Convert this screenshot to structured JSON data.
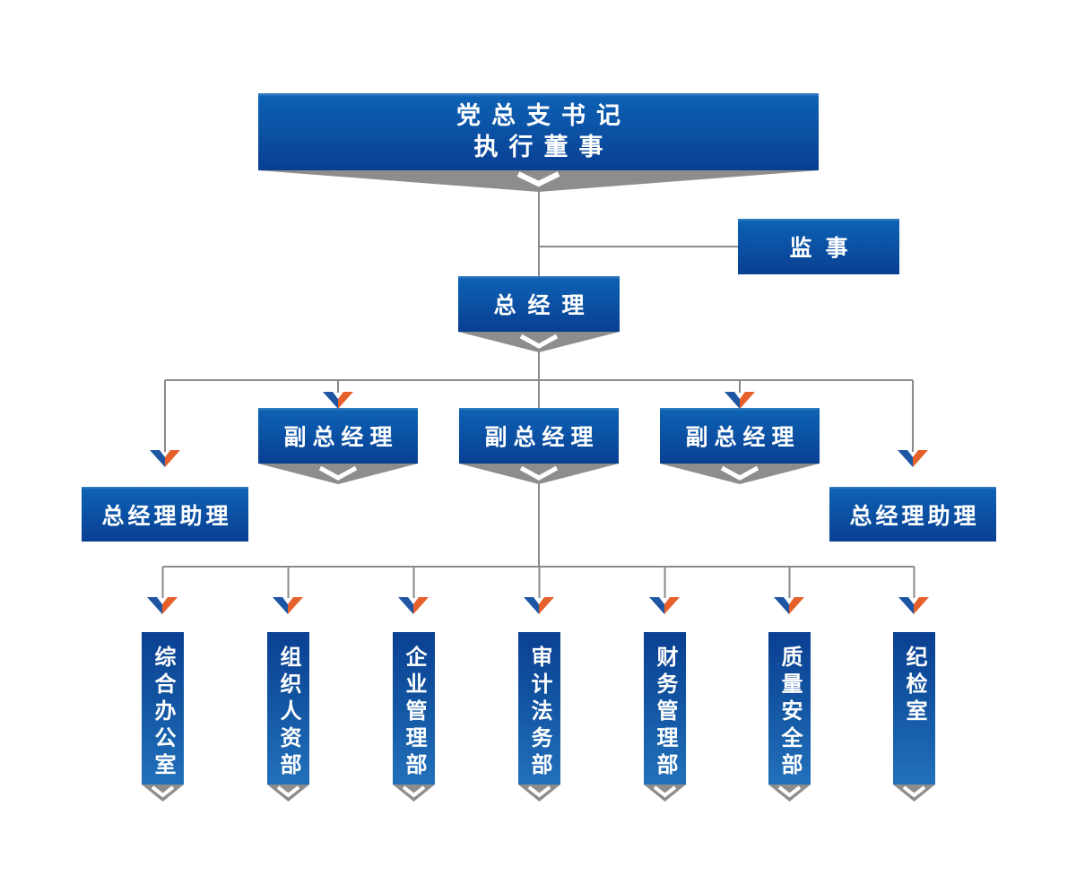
{
  "nodes": {
    "party_secretary": {
      "lines": [
        "党总支书记",
        "执行董事"
      ]
    },
    "supervisor": {
      "label": "监事"
    },
    "general_manager": {
      "label": "总经理"
    },
    "deputy_gm_1": {
      "label": "副总经理"
    },
    "deputy_gm_2": {
      "label": "副总经理"
    },
    "deputy_gm_3": {
      "label": "副总经理"
    },
    "gm_assistant_left": {
      "label": "总经理助理"
    },
    "gm_assistant_right": {
      "label": "总经理助理"
    }
  },
  "departments": [
    {
      "label": "综合办公室"
    },
    {
      "label": "组织人资部"
    },
    {
      "label": "企业管理部"
    },
    {
      "label": "审计法务部"
    },
    {
      "label": "财务管理部"
    },
    {
      "label": "质量安全部"
    },
    {
      "label": "纪检室"
    }
  ],
  "colors": {
    "box_blue_top": "#0d61b3",
    "box_blue_bottom": "#093f93",
    "banner_blue_top": "#0b4092",
    "banner_blue_bottom": "#2270ba",
    "ribbon_gray": "#8d8d8d",
    "line_gray": "#8a8a8a",
    "arrow_blue": "#1e56a4",
    "arrow_orange": "#e5602b",
    "text_white": "#ffffff",
    "background": "#ffffff"
  }
}
